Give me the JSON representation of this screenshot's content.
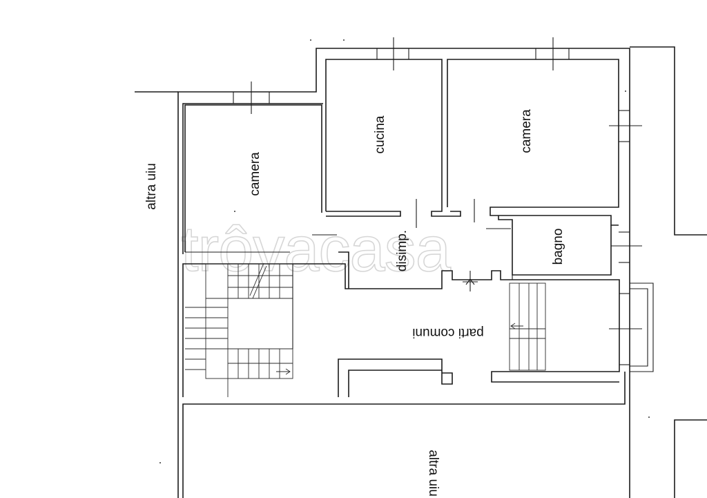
{
  "watermark": "trôvacasa",
  "rooms": {
    "camera_left": "camera",
    "cucina": "cucina",
    "camera_right": "camera",
    "disimpegno": "disimp.",
    "bagno": "bagno",
    "parti_comuni": "parti comuni"
  },
  "neighbours": {
    "left": "altra uiu",
    "bottom": "altra uiu"
  },
  "colors": {
    "line": "#1a1a1a",
    "watermark": "#d6d6d6",
    "background": "#ffffff"
  }
}
